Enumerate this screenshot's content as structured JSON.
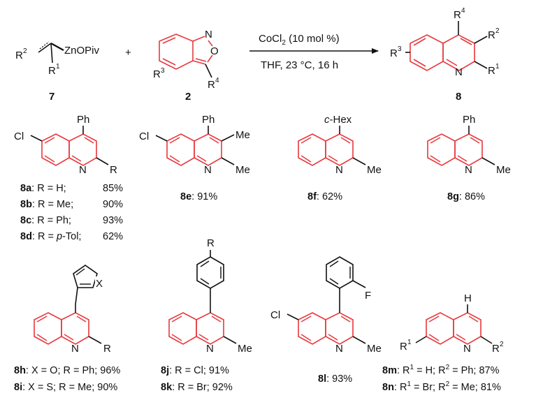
{
  "colors": {
    "bond": "#111111",
    "ring": "#e8383d",
    "text": "#111111"
  },
  "reaction": {
    "reagent7": {
      "zn": "ZnOPiv",
      "r2": "R",
      "r2_sup": "2",
      "r1": "R",
      "r1_sup": "1",
      "number": "7"
    },
    "plus": "+",
    "reagent2": {
      "n": "N",
      "o": "O",
      "r3": "R",
      "r3_sup": "3",
      "r4": "R",
      "r4_sup": "4",
      "number": "2"
    },
    "conditions": {
      "line1_a": "CoCl",
      "line1_sub": "2",
      "line1_b": " (10 mol %)",
      "line2": "THF, 23 °C, 16 h"
    },
    "product8": {
      "r4": "R",
      "r4_sup": "4",
      "r2": "R",
      "r2_sup": "2",
      "r1": "R",
      "r1_sup": "1",
      "r3": "R",
      "r3_sup": "3",
      "n": "N",
      "number": "8"
    }
  },
  "examples": {
    "a_d": {
      "ph": "Ph",
      "cl": "Cl",
      "n": "N",
      "r": "R",
      "rows": [
        {
          "id": "8a",
          "rest": ": R = H;",
          "yield": "85%"
        },
        {
          "id": "8b",
          "rest": ": R = Me;",
          "yield": "90%"
        },
        {
          "id": "8c",
          "rest": ": R = Ph;",
          "yield": "93%"
        },
        {
          "id": "8d",
          "rest_a": ": R = ",
          "rest_i": "p",
          "rest_b": "-Tol;",
          "yield": "62%"
        }
      ]
    },
    "e": {
      "ph": "Ph",
      "cl": "Cl",
      "me1": "Me",
      "me2": "Me",
      "n": "N",
      "id": "8e",
      "rest": ": 91%"
    },
    "f": {
      "c": "c",
      "hex": "-Hex",
      "me": "Me",
      "n": "N",
      "id": "8f",
      "rest": ": 62%"
    },
    "g": {
      "ph": "Ph",
      "me": "Me",
      "n": "N",
      "id": "8g",
      "rest": ": 86%"
    },
    "h_i": {
      "x": "X",
      "n": "N",
      "r": "R",
      "rows": [
        {
          "id": "8h",
          "rest": ": X = O; R = Ph; 96%"
        },
        {
          "id": "8i",
          "rest": ": X = S; R = Me;   90%"
        }
      ]
    },
    "j_k": {
      "r": "R",
      "n": "N",
      "me": "Me",
      "rows": [
        {
          "id": "8j",
          "rest": ": R = Cl;  91%"
        },
        {
          "id": "8k",
          "rest": ": R = Br; 92%"
        }
      ]
    },
    "l": {
      "f": "F",
      "cl": "Cl",
      "n": "N",
      "me": "Me",
      "id": "8l",
      "rest": ": 93%"
    },
    "m_n": {
      "h": "H",
      "n": "N",
      "r1": "R",
      "r1_sup": "1",
      "r2": "R",
      "r2_sup": "2",
      "rows": [
        {
          "id": "8m",
          "a": ": R",
          "s1": "1",
          "b": " = H; R",
          "s2": "2",
          "c": " = Ph;  87%"
        },
        {
          "id": "8n",
          "a": ": R",
          "s1": "1",
          "b": " = Br; R",
          "s2": "2",
          "c": " = Me;  81%"
        }
      ]
    }
  }
}
